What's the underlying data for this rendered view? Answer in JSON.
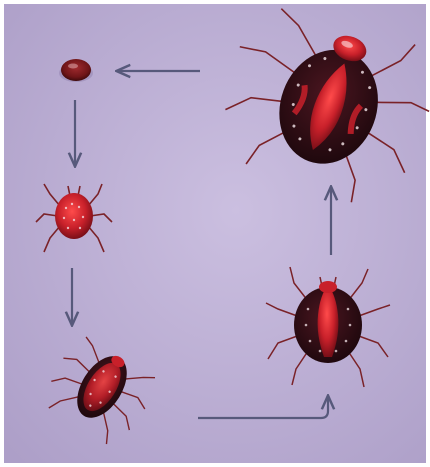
{
  "diagram": {
    "kind": "life-cycle",
    "colors": {
      "background": "#b6a9cf",
      "background_light": "#cbbfe0",
      "border": "#ffffff",
      "arrow": "#57597b",
      "body_red": "#c8202a",
      "body_dark": "#2a0d14",
      "leg": "#7a2228",
      "highlight": "#f5e6ea",
      "shadow": "#8f7fae"
    },
    "stages": [
      {
        "id": "egg",
        "icon": "mite-egg-icon"
      },
      {
        "id": "larva",
        "icon": "mite-larva-icon"
      },
      {
        "id": "nymph",
        "icon": "mite-nymph-icon"
      },
      {
        "id": "adult-male",
        "icon": "mite-adult-round-icon"
      },
      {
        "id": "adult-female",
        "icon": "mite-adult-engorged-icon"
      }
    ],
    "flow": [
      {
        "from": "egg",
        "to": "larva"
      },
      {
        "from": "larva",
        "to": "nymph"
      },
      {
        "from": "nymph",
        "to": "adult-male"
      },
      {
        "from": "adult-male",
        "to": "adult-female"
      },
      {
        "from": "adult-female",
        "to": "egg"
      }
    ]
  }
}
